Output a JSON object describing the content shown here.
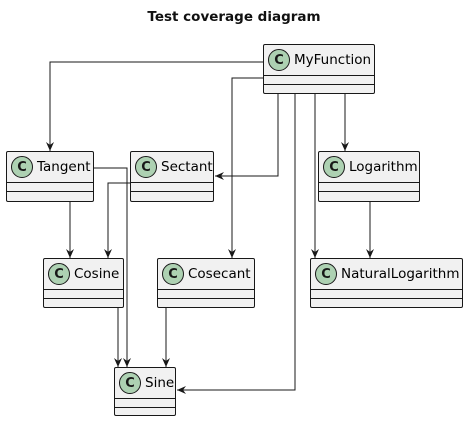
{
  "title": "Test coverage diagram",
  "colors": {
    "class_bg": "#f1f1f1",
    "icon_bg": "#add1b2",
    "line": "#181818"
  },
  "classes": {
    "myfunction": {
      "name": "MyFunction",
      "stereotype": "C"
    },
    "tangent": {
      "name": "Tangent",
      "stereotype": "C"
    },
    "sectant": {
      "name": "Sectant",
      "stereotype": "C"
    },
    "logarithm": {
      "name": "Logarithm",
      "stereotype": "C"
    },
    "cosine": {
      "name": "Cosine",
      "stereotype": "C"
    },
    "cosecant": {
      "name": "Cosecant",
      "stereotype": "C"
    },
    "naturallogarithm": {
      "name": "NaturalLogarithm",
      "stereotype": "C"
    },
    "sine": {
      "name": "Sine",
      "stereotype": "C"
    }
  },
  "relations": [
    {
      "from": "MyFunction",
      "to": "Tangent"
    },
    {
      "from": "MyFunction",
      "to": "Sectant"
    },
    {
      "from": "MyFunction",
      "to": "Logarithm"
    },
    {
      "from": "MyFunction",
      "to": "Cosecant"
    },
    {
      "from": "MyFunction",
      "to": "NaturalLogarithm"
    },
    {
      "from": "MyFunction",
      "to": "Sine"
    },
    {
      "from": "Tangent",
      "to": "Cosine"
    },
    {
      "from": "Tangent",
      "to": "Sine"
    },
    {
      "from": "Sectant",
      "to": "Cosine"
    },
    {
      "from": "Logarithm",
      "to": "NaturalLogarithm"
    },
    {
      "from": "Cosine",
      "to": "Sine"
    },
    {
      "from": "Cosecant",
      "to": "Sine"
    }
  ]
}
